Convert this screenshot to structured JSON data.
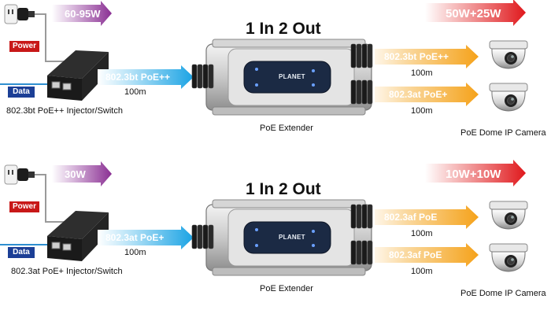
{
  "panels": [
    {
      "input_power": "60-95W",
      "output_budget": "50W+25W",
      "title": "1 In 2 Out",
      "labels": {
        "power": "Power",
        "data": "Data"
      },
      "injector_label": "802.3bt PoE++ Injector/Switch",
      "input_link": {
        "standard": "802.3bt PoE++",
        "distance": "100m"
      },
      "outputs": [
        {
          "standard": "802.3bt PoE++",
          "distance": "100m"
        },
        {
          "standard": "802.3at PoE+",
          "distance": "100m"
        }
      ],
      "extender_label": "PoE Extender",
      "extender_brand": "PLANET",
      "camera_label": "PoE Dome IP Camera"
    },
    {
      "input_power": "30W",
      "output_budget": "10W+10W",
      "title": "1 In 2 Out",
      "labels": {
        "power": "Power",
        "data": "Data"
      },
      "injector_label": "802.3at PoE+ Injector/Switch",
      "input_link": {
        "standard": "802.3at PoE+",
        "distance": "100m"
      },
      "outputs": [
        {
          "standard": "802.3af PoE",
          "distance": "100m"
        },
        {
          "standard": "802.3af PoE",
          "distance": "100m"
        }
      ],
      "extender_label": "PoE Extender",
      "extender_brand": "PLANET",
      "camera_label": "PoE Dome IP Camera"
    }
  ],
  "colors": {
    "purple": "#8a2f93",
    "red": "#e0181c",
    "blue": "#1aa3e4",
    "orange": "#f5a21a",
    "cable": "#9a9a9a",
    "data_line": "#2f8fd0"
  },
  "icons": [
    "power-plug-icon",
    "poe-injector-icon",
    "poe-extender-icon",
    "dome-camera-icon"
  ]
}
